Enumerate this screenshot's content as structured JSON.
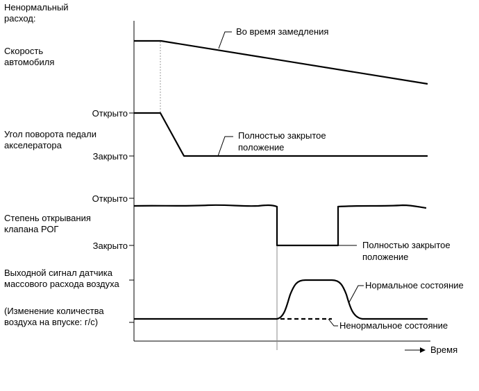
{
  "labels": {
    "abnormal_flow": [
      "Ненормальный",
      "расход:"
    ],
    "vehicle_speed": [
      "Скорость",
      "автомобиля"
    ],
    "pedal_angle": [
      "Угол поворота педали",
      "акселератора"
    ],
    "egr_opening": [
      "Степень открывания",
      "клапана РОГ"
    ],
    "maf_output": [
      "Выходной сигнал датчика",
      "массового расхода воздуха"
    ],
    "air_change": [
      "(Изменение количества",
      "воздуха на впуске: г/с)"
    ]
  },
  "ticks": {
    "pedal_open": "Открыто",
    "pedal_closed": "Закрыто",
    "egr_open": "Открыто",
    "egr_closed": "Закрыто"
  },
  "annotations": {
    "decel": "Во время замедления",
    "pedal_closed_pos": [
      "Полностью закрытое",
      "положение"
    ],
    "egr_closed_pos": [
      "Полностью закрытое",
      "положение"
    ],
    "normal_state": "Нормальное состояние",
    "abnormal_state": "Ненормальное состояние"
  },
  "axis": {
    "time": "Время"
  }
}
